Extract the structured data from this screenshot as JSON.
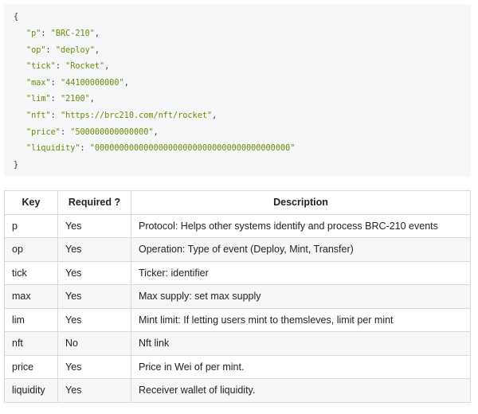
{
  "code": {
    "open": "{",
    "close": "}",
    "fields": [
      {
        "key": "\"p\"",
        "value": "\"BRC-210\""
      },
      {
        "key": "\"op\"",
        "value": "\"deploy\""
      },
      {
        "key": "\"tick\"",
        "value": "\"Rocket\""
      },
      {
        "key": "\"max\"",
        "value": "\"44100000000\""
      },
      {
        "key": "\"lim\"",
        "value": "\"2100\""
      },
      {
        "key": "\"nft\"",
        "value": "\"https://brc210.com/nft/rocket\""
      },
      {
        "key": "\"price\"",
        "value": "\"500000000000000\""
      },
      {
        "key": "\"liquidity\"",
        "value": "\"0000000000000000000000000000000000000000\""
      }
    ]
  },
  "table": {
    "headers": [
      "Key",
      "Required ?",
      "Description"
    ],
    "rows": [
      [
        "p",
        "Yes",
        "Protocol: Helps other systems identify and process BRC-210 events"
      ],
      [
        "op",
        "Yes",
        "Operation: Type of event (Deploy, Mint, Transfer)"
      ],
      [
        "tick",
        "Yes",
        "Ticker: identifier"
      ],
      [
        "max",
        "Yes",
        "Max supply: set max supply"
      ],
      [
        "lim",
        "Yes",
        "Mint limit: If letting users mint to themsleves, limit per mint"
      ],
      [
        "nft",
        "No",
        "Nft link"
      ],
      [
        "price",
        "Yes",
        "Price in Wei of per mint."
      ],
      [
        "liquidity",
        "Yes",
        "Receiver wallet of liquidity."
      ]
    ]
  }
}
